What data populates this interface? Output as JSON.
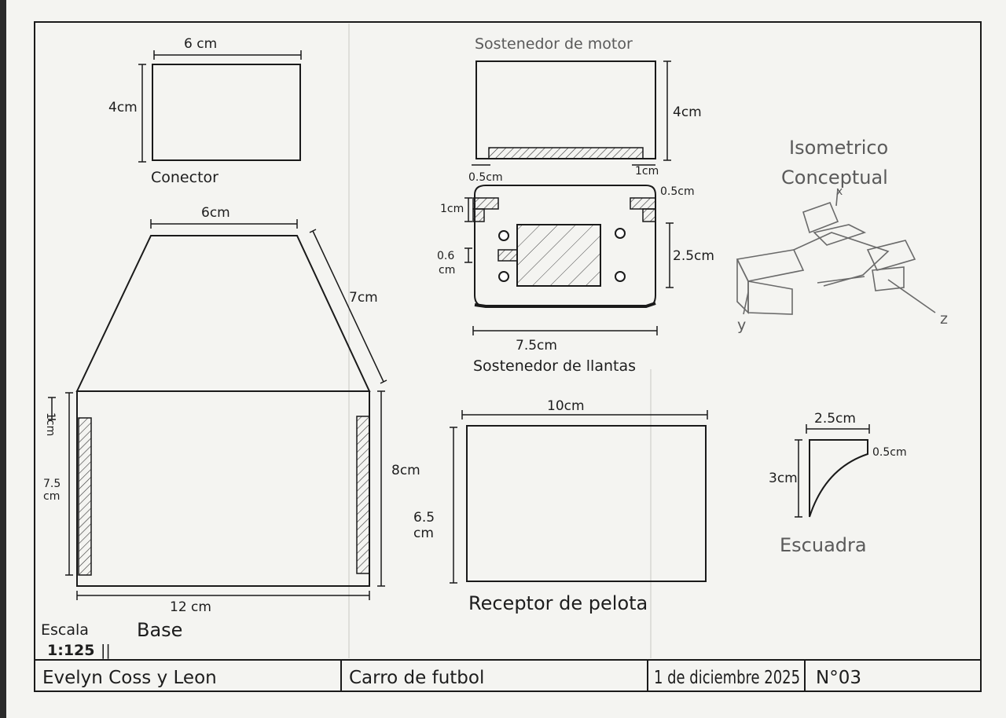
{
  "title_block": {
    "author": "Evelyn Coss y Leon",
    "project": "Carro de futbol",
    "date": "1 de diciembre 2025",
    "sheet_number": "N°03"
  },
  "scale": {
    "label": "Escala",
    "value": "1:125",
    "mark": "||"
  },
  "parts": {
    "conector": {
      "name": "Conector",
      "width": "6 cm",
      "height": "4cm"
    },
    "motor": {
      "name": "Sostenedor de motor",
      "height": "4cm",
      "dim_left": "0.5cm",
      "dim_right": "1cm"
    },
    "llantas": {
      "name": "Sostenedor de llantas",
      "dim_top": "0.5cm",
      "dim_left": "1cm",
      "dim_right": "2.5cm",
      "dim_slot": "0.6",
      "dim_slot_unit": "cm",
      "width": "7.5cm"
    },
    "base": {
      "name": "Base",
      "top_width": "6cm",
      "side": "7cm",
      "height": "8cm",
      "width": "12 cm",
      "small": "1cm",
      "rail": "7.5",
      "rail_unit": "cm"
    },
    "receptor": {
      "name": "Receptor de pelota",
      "width": "10cm",
      "height": "6.5",
      "height_unit": "cm"
    },
    "escuadra": {
      "name": "Escuadra",
      "width": "2.5cm",
      "height": "3cm",
      "lip": "0.5cm"
    },
    "isometrico": {
      "title_line1": "Isometrico",
      "title_line2": "Conceptual",
      "axis_x": "x",
      "axis_y": "y",
      "axis_z": "z"
    }
  }
}
